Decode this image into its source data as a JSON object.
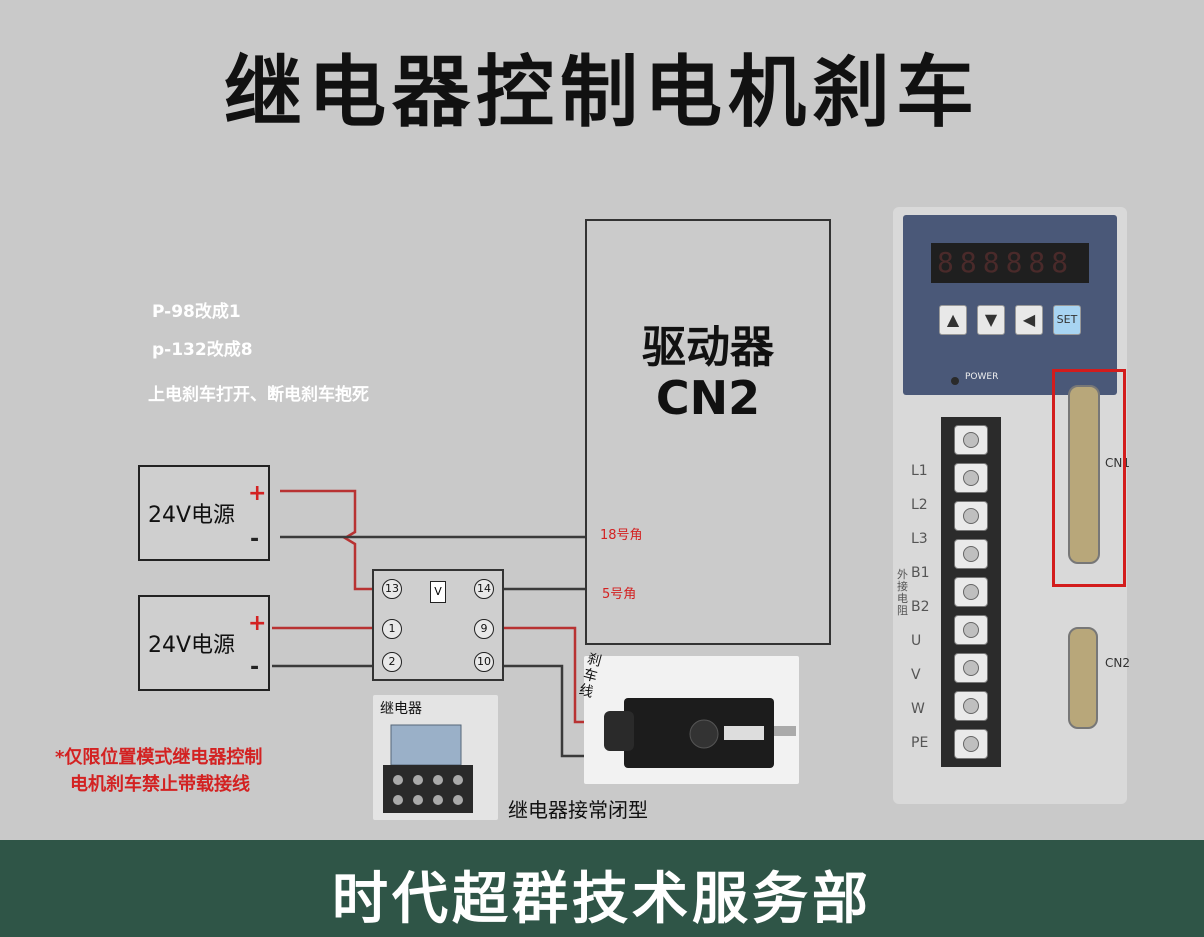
{
  "title": "继电器控制电机刹车",
  "footer": "时代超群技术服务部",
  "notes": [
    "P-98改成1",
    "p-132改成8",
    "上电刹车打开、断电刹车抱死"
  ],
  "warning": [
    "*仅限位置模式继电器控制",
    "电机刹车禁止带载接线"
  ],
  "power_supplies": [
    {
      "label": "24V电源",
      "plus": "+",
      "minus": "-"
    },
    {
      "label": "24V电源",
      "plus": "+",
      "minus": "-"
    }
  ],
  "driver": {
    "name": "驱动器",
    "port": "CN2",
    "pins": [
      "18号角",
      "5号角"
    ]
  },
  "relay": {
    "terminals": [
      "13",
      "14",
      "1",
      "9",
      "2",
      "10"
    ],
    "coil": "V",
    "photo_label": "继电器"
  },
  "brake_cable_label": "刹车线",
  "caption": "继电器接常闭型",
  "drive_unit": {
    "display": "888888",
    "keys": [
      "▲",
      "▼",
      "◀",
      "SET"
    ],
    "power_label": "POWER",
    "terminals": [
      "L1",
      "L2",
      "L3",
      "B1",
      "B2",
      "U",
      "V",
      "W",
      "PE"
    ],
    "resistor_label": "外接电阻",
    "cn1": "CN1",
    "cn2": "CN2"
  },
  "colors": {
    "background": "#c9c9c9",
    "footer": "#2f5547",
    "wire_red": "#b83232",
    "wire_dark": "#3a3a3a",
    "highlight": "#d31c1c"
  }
}
